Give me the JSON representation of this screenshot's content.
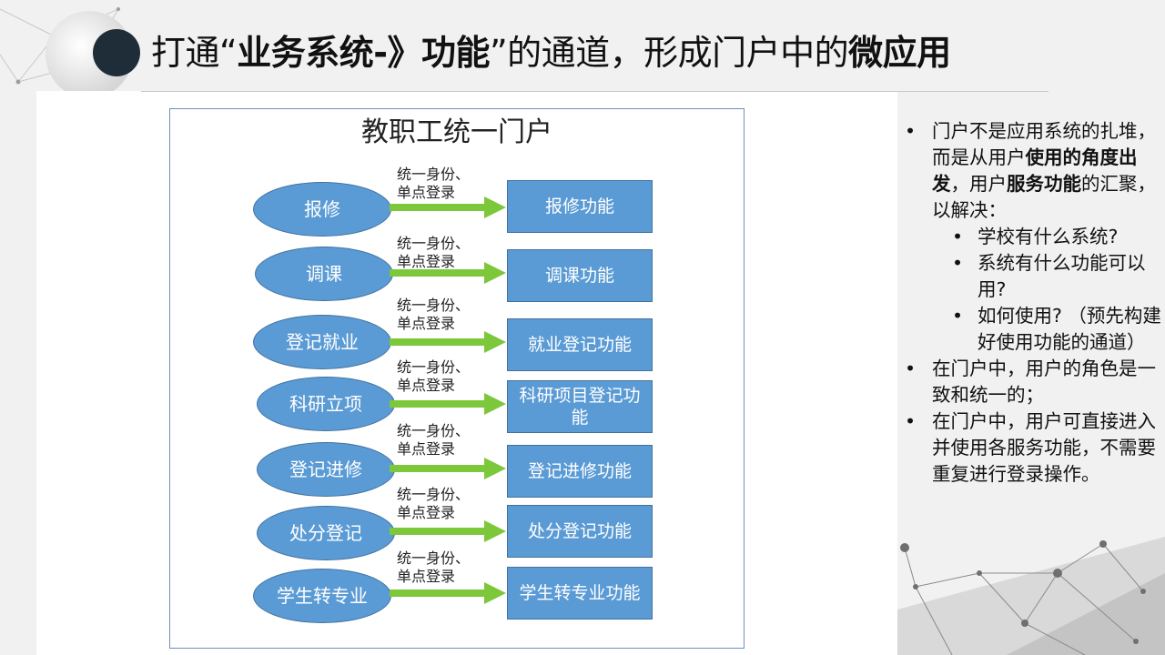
{
  "title": {
    "part1": "打通“",
    "bold1": "业务系统-》功能",
    "part2": "”的通道，形成门户中的",
    "bold2": "微应用"
  },
  "diagram": {
    "portal_title": "教职工统一门户",
    "sso_line1": "统一身份、",
    "sso_line2": "单点登录",
    "rows": [
      {
        "business": "报修",
        "function": "报修功能"
      },
      {
        "business": "调课",
        "function": "调课功能"
      },
      {
        "business": "登记就业",
        "function": "就业登记功能"
      },
      {
        "business": "科研立项",
        "function": "科研项目登记功能"
      },
      {
        "business": "登记进修",
        "function": "登记进修功能"
      },
      {
        "business": "处分登记",
        "function": "处分登记功能"
      },
      {
        "business": "学生转专业",
        "function": "学生转专业功能"
      }
    ]
  },
  "bullets": {
    "b1_a": "门户不是应用系统的扎堆，而是从用户",
    "b1_bold1": "使用的角度出发",
    "b1_b": "，用户",
    "b1_bold2": "服务功能",
    "b1_c": "的汇聚，以解决：",
    "sub1": "学校有什么系统?",
    "sub2": "系统有什么功能可以用?",
    "sub3": "如何使用? （预先构建好使用功能的通道）",
    "b2": "在门户中，用户的角色是一致和统一的；",
    "b3": "在门户中，用户可直接进入并使用各服务功能，不需要重复进行登录操作。"
  },
  "colors": {
    "ellipse_fill": "#5b9bd5",
    "arrow_green": "#7dc73a",
    "frame_border": "#6f8fb8"
  }
}
